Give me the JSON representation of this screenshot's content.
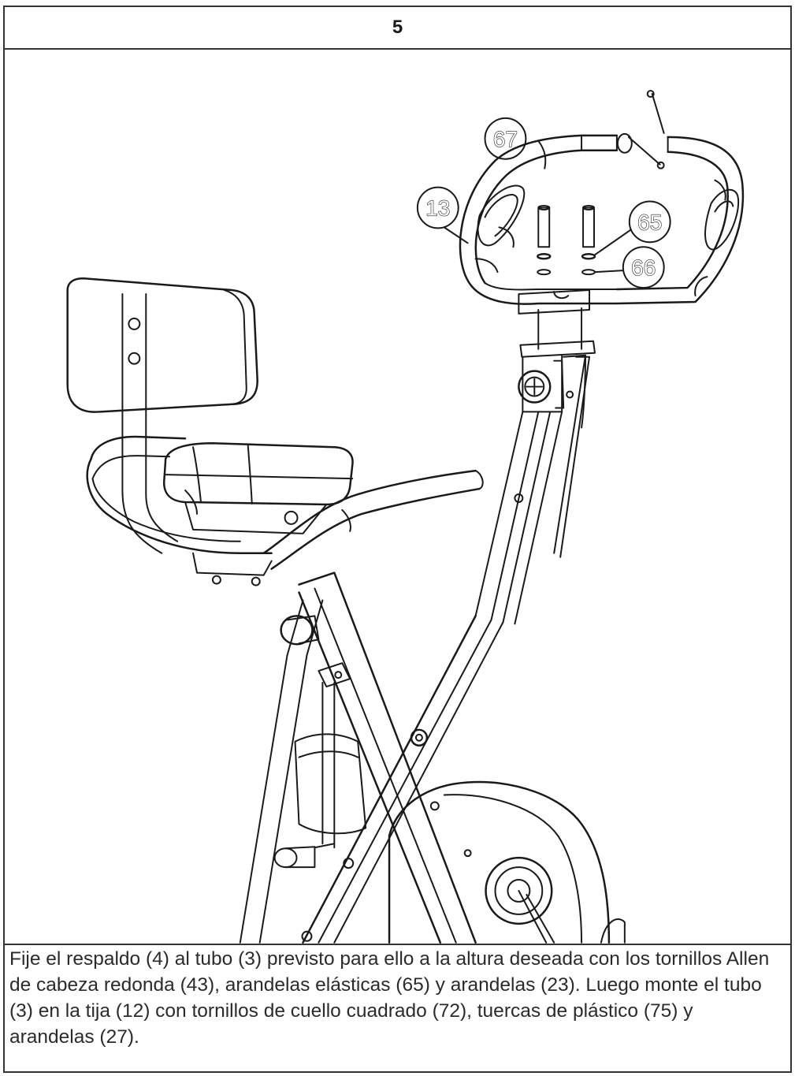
{
  "step": {
    "number": "5"
  },
  "callouts": {
    "c67": "67",
    "c13": "13",
    "c65": "65",
    "c66": "66"
  },
  "caption": {
    "text": "Fije el respaldo (4) al tubo (3) previsto para ello a la altura deseada con los tornillos Allen de cabeza redonda (43), arandelas elásticas (65) y arandelas (23). Luego monte el tubo (3) en la tija (12) con tornillos de cuello cuadrado (72), tuercas de plástico (75) y arandelas (27)."
  }
}
